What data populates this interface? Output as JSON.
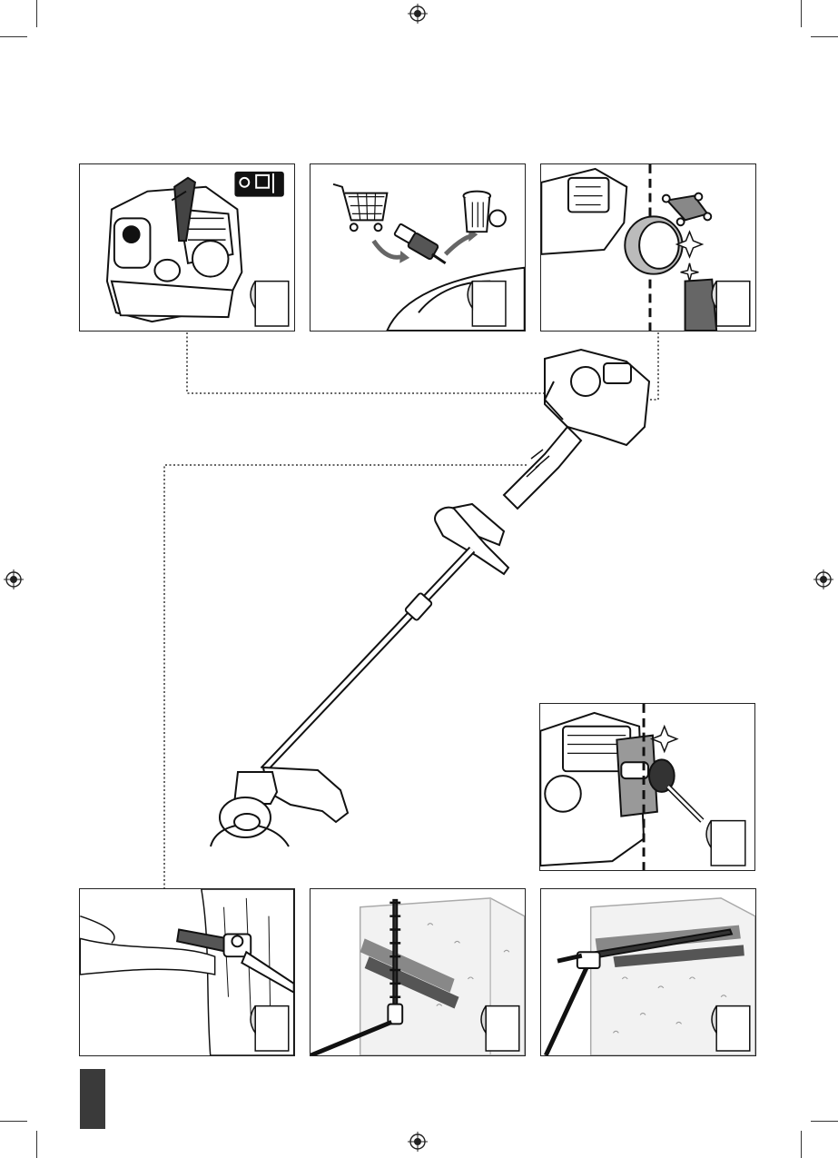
{
  "page": {
    "background": "#ffffff",
    "line_color": "#222222",
    "tab_color": "#3a3a3a"
  },
  "panels": [
    {
      "id": "engine-choke",
      "icons": [
        "engine-icon",
        "choke-lever-icon",
        "page-curl-icon"
      ]
    },
    {
      "id": "spark-plug-replace",
      "icons": [
        "shopping-cart-icon",
        "spark-plug-icon",
        "trash-bin-icon",
        "page-curl-icon"
      ]
    },
    {
      "id": "air-filter-clean",
      "icons": [
        "air-filter-icon",
        "sparkle-icon",
        "page-curl-icon"
      ]
    },
    {
      "id": "muffler-brush",
      "icons": [
        "brush-icon",
        "sparkle-icon",
        "page-curl-icon"
      ]
    },
    {
      "id": "pole-saw",
      "icons": [
        "chainsaw-attachment-icon",
        "tree-trunk-icon",
        "page-curl-icon"
      ]
    },
    {
      "id": "hedge-vertical",
      "icons": [
        "hedge-trimmer-icon",
        "hedge-icon",
        "page-curl-icon"
      ]
    },
    {
      "id": "hedge-horizontal",
      "icons": [
        "hedge-trimmer-icon",
        "hedge-icon",
        "page-curl-icon"
      ]
    }
  ],
  "main_illustration": {
    "icons": [
      "brush-cutter-icon"
    ]
  }
}
